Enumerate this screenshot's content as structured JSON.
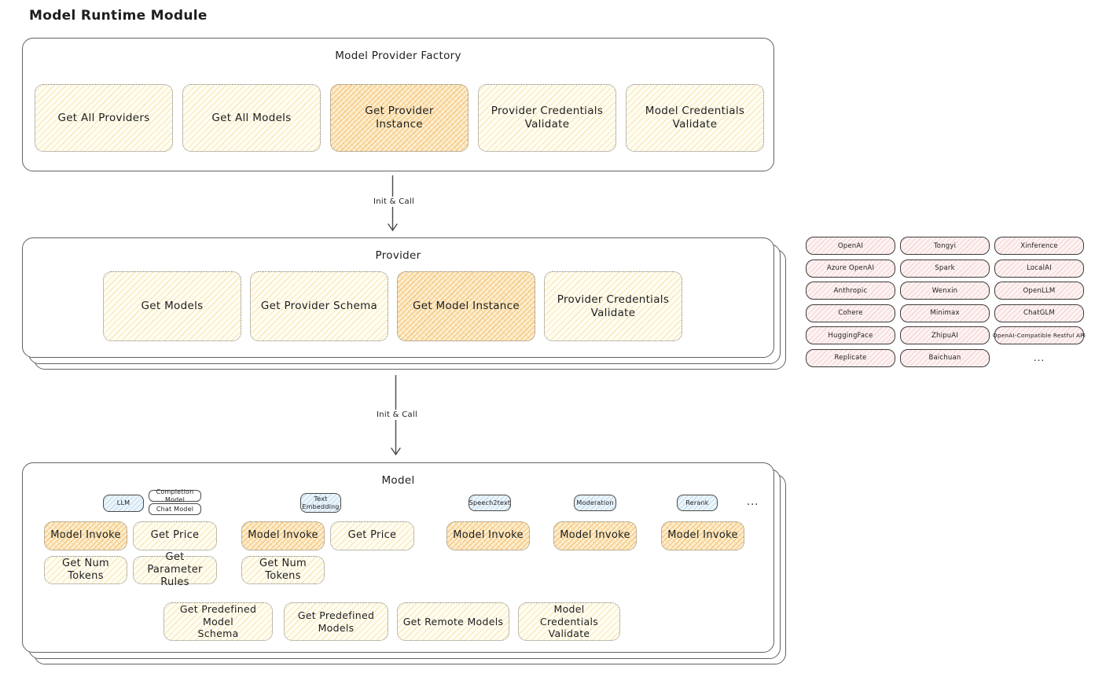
{
  "page_title": "Model Runtime Module",
  "factory": {
    "title": "Model Provider Factory",
    "boxes": [
      {
        "label": "Get All Providers",
        "highlight": false
      },
      {
        "label": "Get All Models",
        "highlight": false
      },
      {
        "label": "Get Provider\nInstance",
        "highlight": true
      },
      {
        "label": "Provider Credentials\nValidate",
        "highlight": false
      },
      {
        "label": "Model Credentials\nValidate",
        "highlight": false
      }
    ]
  },
  "arrow1": {
    "label": "Init & Call"
  },
  "provider": {
    "title": "Provider",
    "boxes": [
      {
        "label": "Get Models",
        "highlight": false
      },
      {
        "label": "Get Provider Schema",
        "highlight": false
      },
      {
        "label": "Get Model Instance",
        "highlight": true
      },
      {
        "label": "Provider Credentials\nValidate",
        "highlight": false
      }
    ]
  },
  "providers_grid": {
    "items": [
      "OpenAI",
      "Tongyi",
      "Xinference",
      "Azure OpenAI",
      "Spark",
      "LocalAI",
      "Anthropic",
      "Wenxin",
      "OpenLLM",
      "Cohere",
      "Minimax",
      "ChatGLM",
      "HuggingFace",
      "ZhipuAI",
      "OpenAI-Compatible Restful API",
      "Replicate",
      "Baichuan"
    ],
    "more_label": "..."
  },
  "arrow2": {
    "label": "Init & Call"
  },
  "model": {
    "title": "Model",
    "types": [
      {
        "label": "LLM"
      },
      {
        "label": "Completion Model"
      },
      {
        "label": "Chat Model"
      },
      {
        "label": "Text\nEmbedding"
      },
      {
        "label": "Speech2text"
      },
      {
        "label": "Moderation"
      },
      {
        "label": "Rerank"
      }
    ],
    "more_label": "...",
    "ops_row1": [
      "Model Invoke",
      "Get Price",
      "Model Invoke",
      "Get Price",
      "Model Invoke",
      "Model Invoke",
      "Model Invoke"
    ],
    "ops_row2": [
      "Get Num Tokens",
      "Get Parameter\nRules",
      "Get Num Tokens"
    ],
    "ops_row3": [
      "Get Predefined Model\nSchema",
      "Get Predefined\nModels",
      "Get Remote Models",
      "Model Credentials\nValidate"
    ]
  },
  "colors": {
    "node_yellow": "#fffdf2",
    "highlight_orange": "#f3b04d",
    "provider_pink": "#fdf3f3",
    "type_blue": "#ecf5fb",
    "ink": "#1e1e1e"
  }
}
